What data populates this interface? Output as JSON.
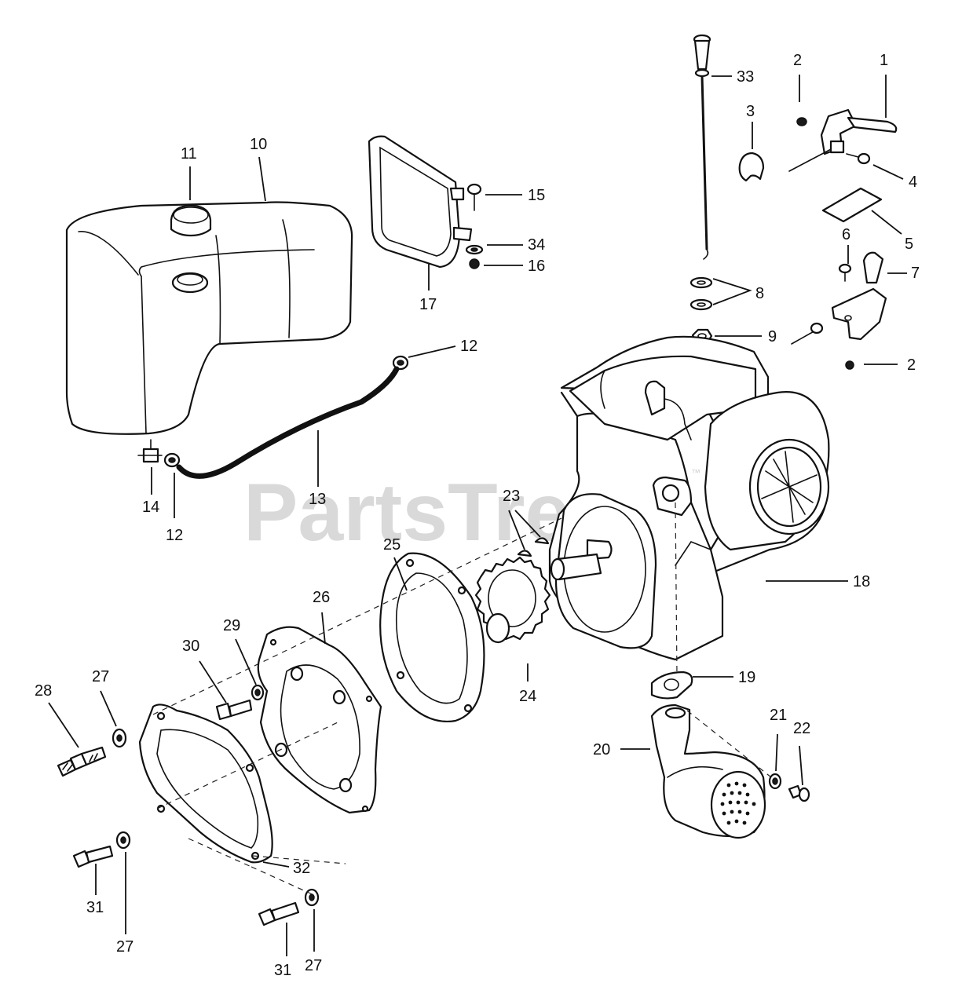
{
  "watermark": {
    "text": "PartsTree",
    "mark": "™"
  },
  "callouts": {
    "c1": "1",
    "c2a": "2",
    "c2b": "2",
    "c3": "3",
    "c4": "4",
    "c5": "5",
    "c6": "6",
    "c7": "7",
    "c8": "8",
    "c9": "9",
    "c10": "10",
    "c11": "11",
    "c12a": "12",
    "c12b": "12",
    "c13": "13",
    "c14": "14",
    "c15": "15",
    "c16": "16",
    "c17": "17",
    "c18": "18",
    "c19": "19",
    "c20": "20",
    "c21": "21",
    "c22": "22",
    "c23": "23",
    "c24": "24",
    "c25": "25",
    "c26": "26",
    "c27a": "27",
    "c27b": "27",
    "c27c": "27",
    "c28": "28",
    "c29": "29",
    "c30": "30",
    "c31a": "31",
    "c31b": "31",
    "c32": "32",
    "c33": "33",
    "c34": "34"
  }
}
